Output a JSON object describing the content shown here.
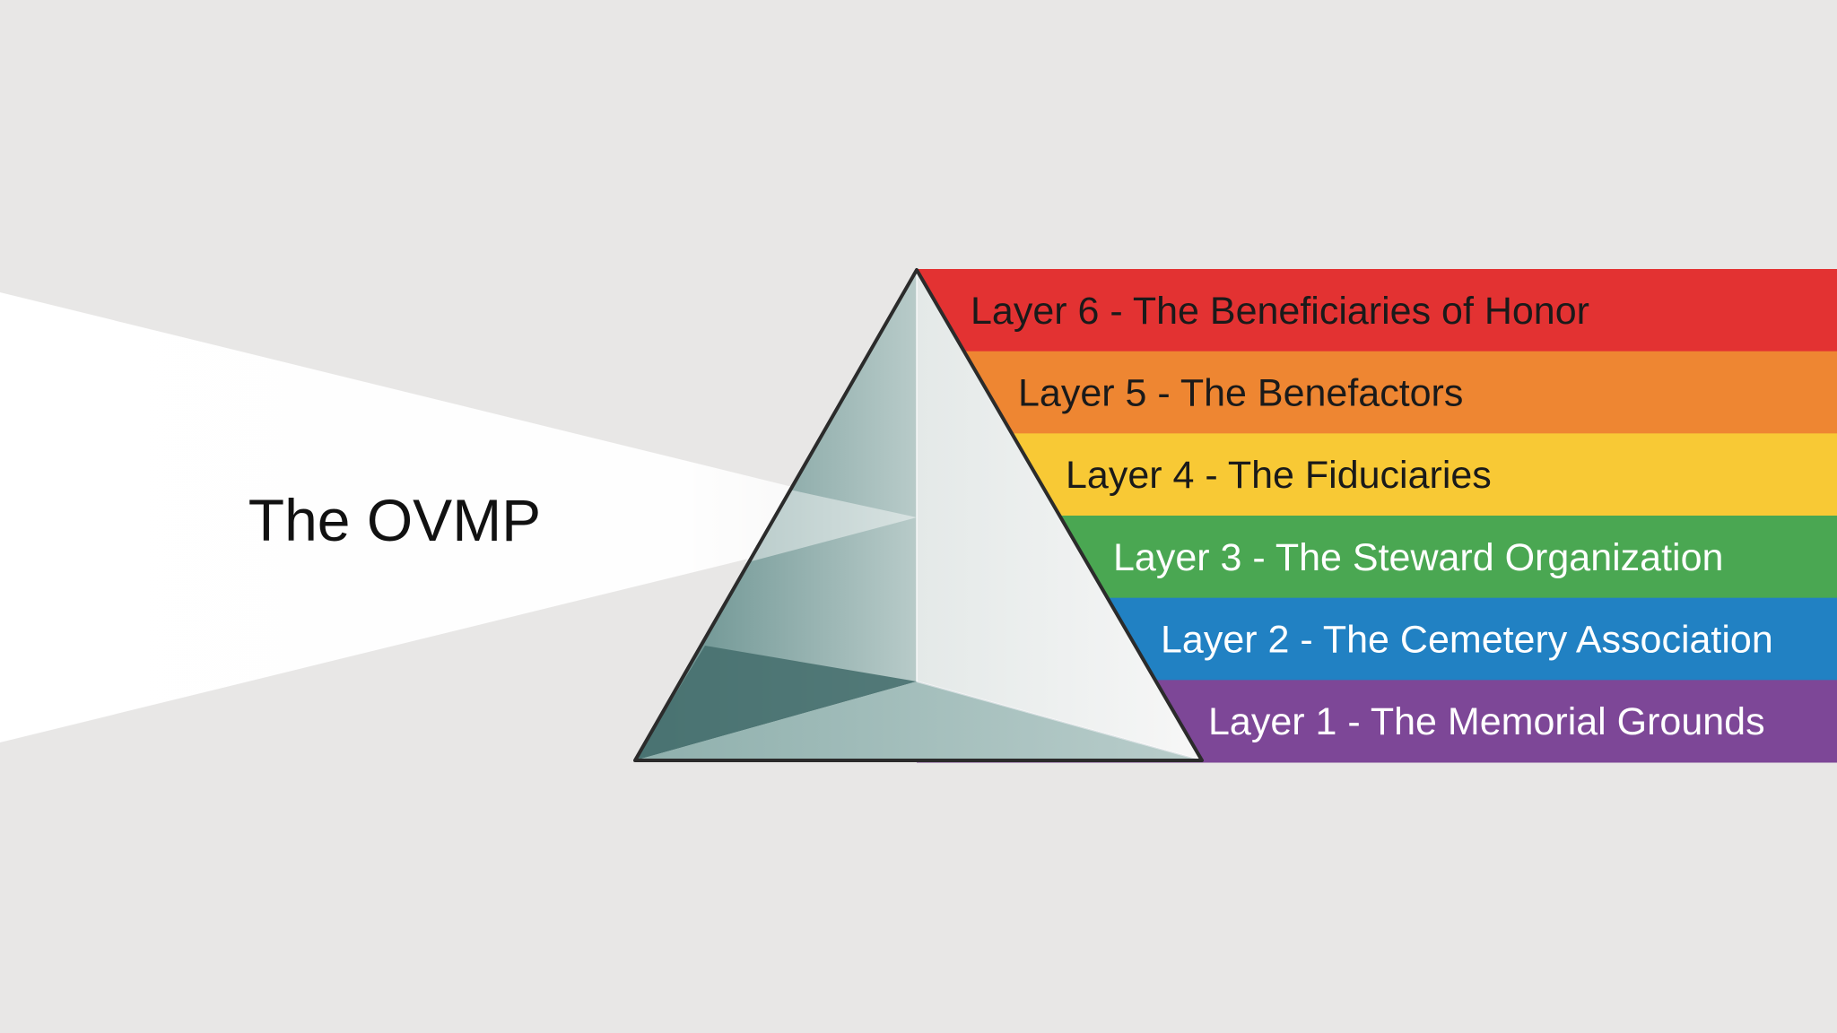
{
  "source_label": "The OVMP",
  "layers": [
    {
      "number": 6,
      "text": "Layer 6 - The Beneficiaries of Honor",
      "color": "#e33232",
      "text_color": "#1a1a1a"
    },
    {
      "number": 5,
      "text": "Layer 5 - The Benefactors",
      "color": "#ee8632",
      "text_color": "#1a1a1a"
    },
    {
      "number": 4,
      "text": "Layer 4 - The Fiduciaries",
      "color": "#f8c935",
      "text_color": "#1a1a1a"
    },
    {
      "number": 3,
      "text": "Layer 3 - The Steward Organization",
      "color": "#4aa752",
      "text_color": "#ffffff"
    },
    {
      "number": 2,
      "text": "Layer 2 - The Cemetery Association",
      "color": "#2181c3",
      "text_color": "#ffffff"
    },
    {
      "number": 1,
      "text": "Layer 1 - The Memorial Grounds",
      "color": "#7d4797",
      "text_color": "#ffffff"
    }
  ],
  "colors": {
    "background": "#e8e7e6",
    "beam": "#ffffff",
    "prism_outline": "#2b2b2b",
    "prism_dark": "#46706f",
    "prism_mid": "#7ea4a2",
    "prism_light": "#c3d4d2"
  }
}
